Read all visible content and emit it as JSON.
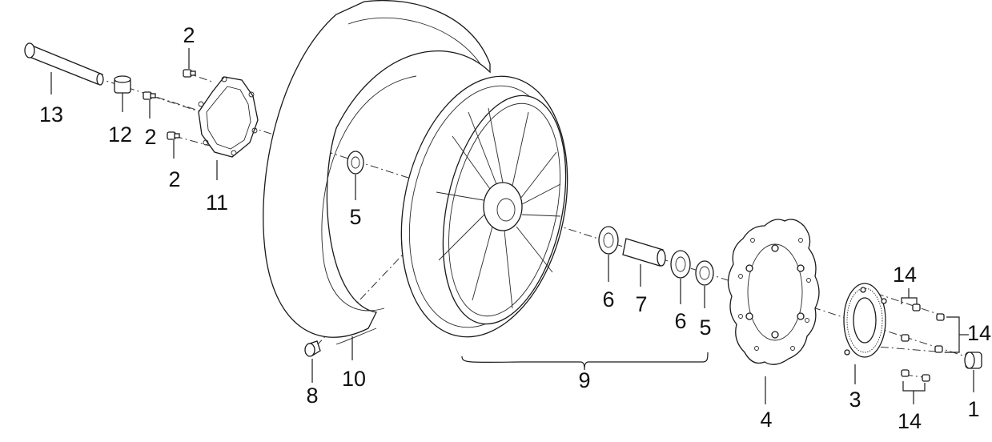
{
  "diagram": {
    "labels": [
      {
        "id": "axle",
        "text": "13"
      },
      {
        "id": "bolt-top",
        "text": "2"
      },
      {
        "id": "spacer-left",
        "text": "12"
      },
      {
        "id": "bolt-mid",
        "text": "2"
      },
      {
        "id": "bolt-low",
        "text": "2"
      },
      {
        "id": "reluctor-ring",
        "text": "11"
      },
      {
        "id": "bearing-left",
        "text": "5"
      },
      {
        "id": "valve",
        "text": "8"
      },
      {
        "id": "tyre",
        "text": "10"
      },
      {
        "id": "wheel-assembly",
        "text": "9"
      },
      {
        "id": "bearing-a",
        "text": "6"
      },
      {
        "id": "hub-sleeve",
        "text": "7"
      },
      {
        "id": "bearing-b",
        "text": "6"
      },
      {
        "id": "bearing-right",
        "text": "5"
      },
      {
        "id": "brake-disc",
        "text": "4"
      },
      {
        "id": "abs-ring",
        "text": "3"
      },
      {
        "id": "spacer-right",
        "text": "1"
      },
      {
        "id": "screws-top",
        "text": "14"
      },
      {
        "id": "screws-right",
        "text": "14"
      },
      {
        "id": "screws-bottom",
        "text": "14"
      }
    ]
  }
}
